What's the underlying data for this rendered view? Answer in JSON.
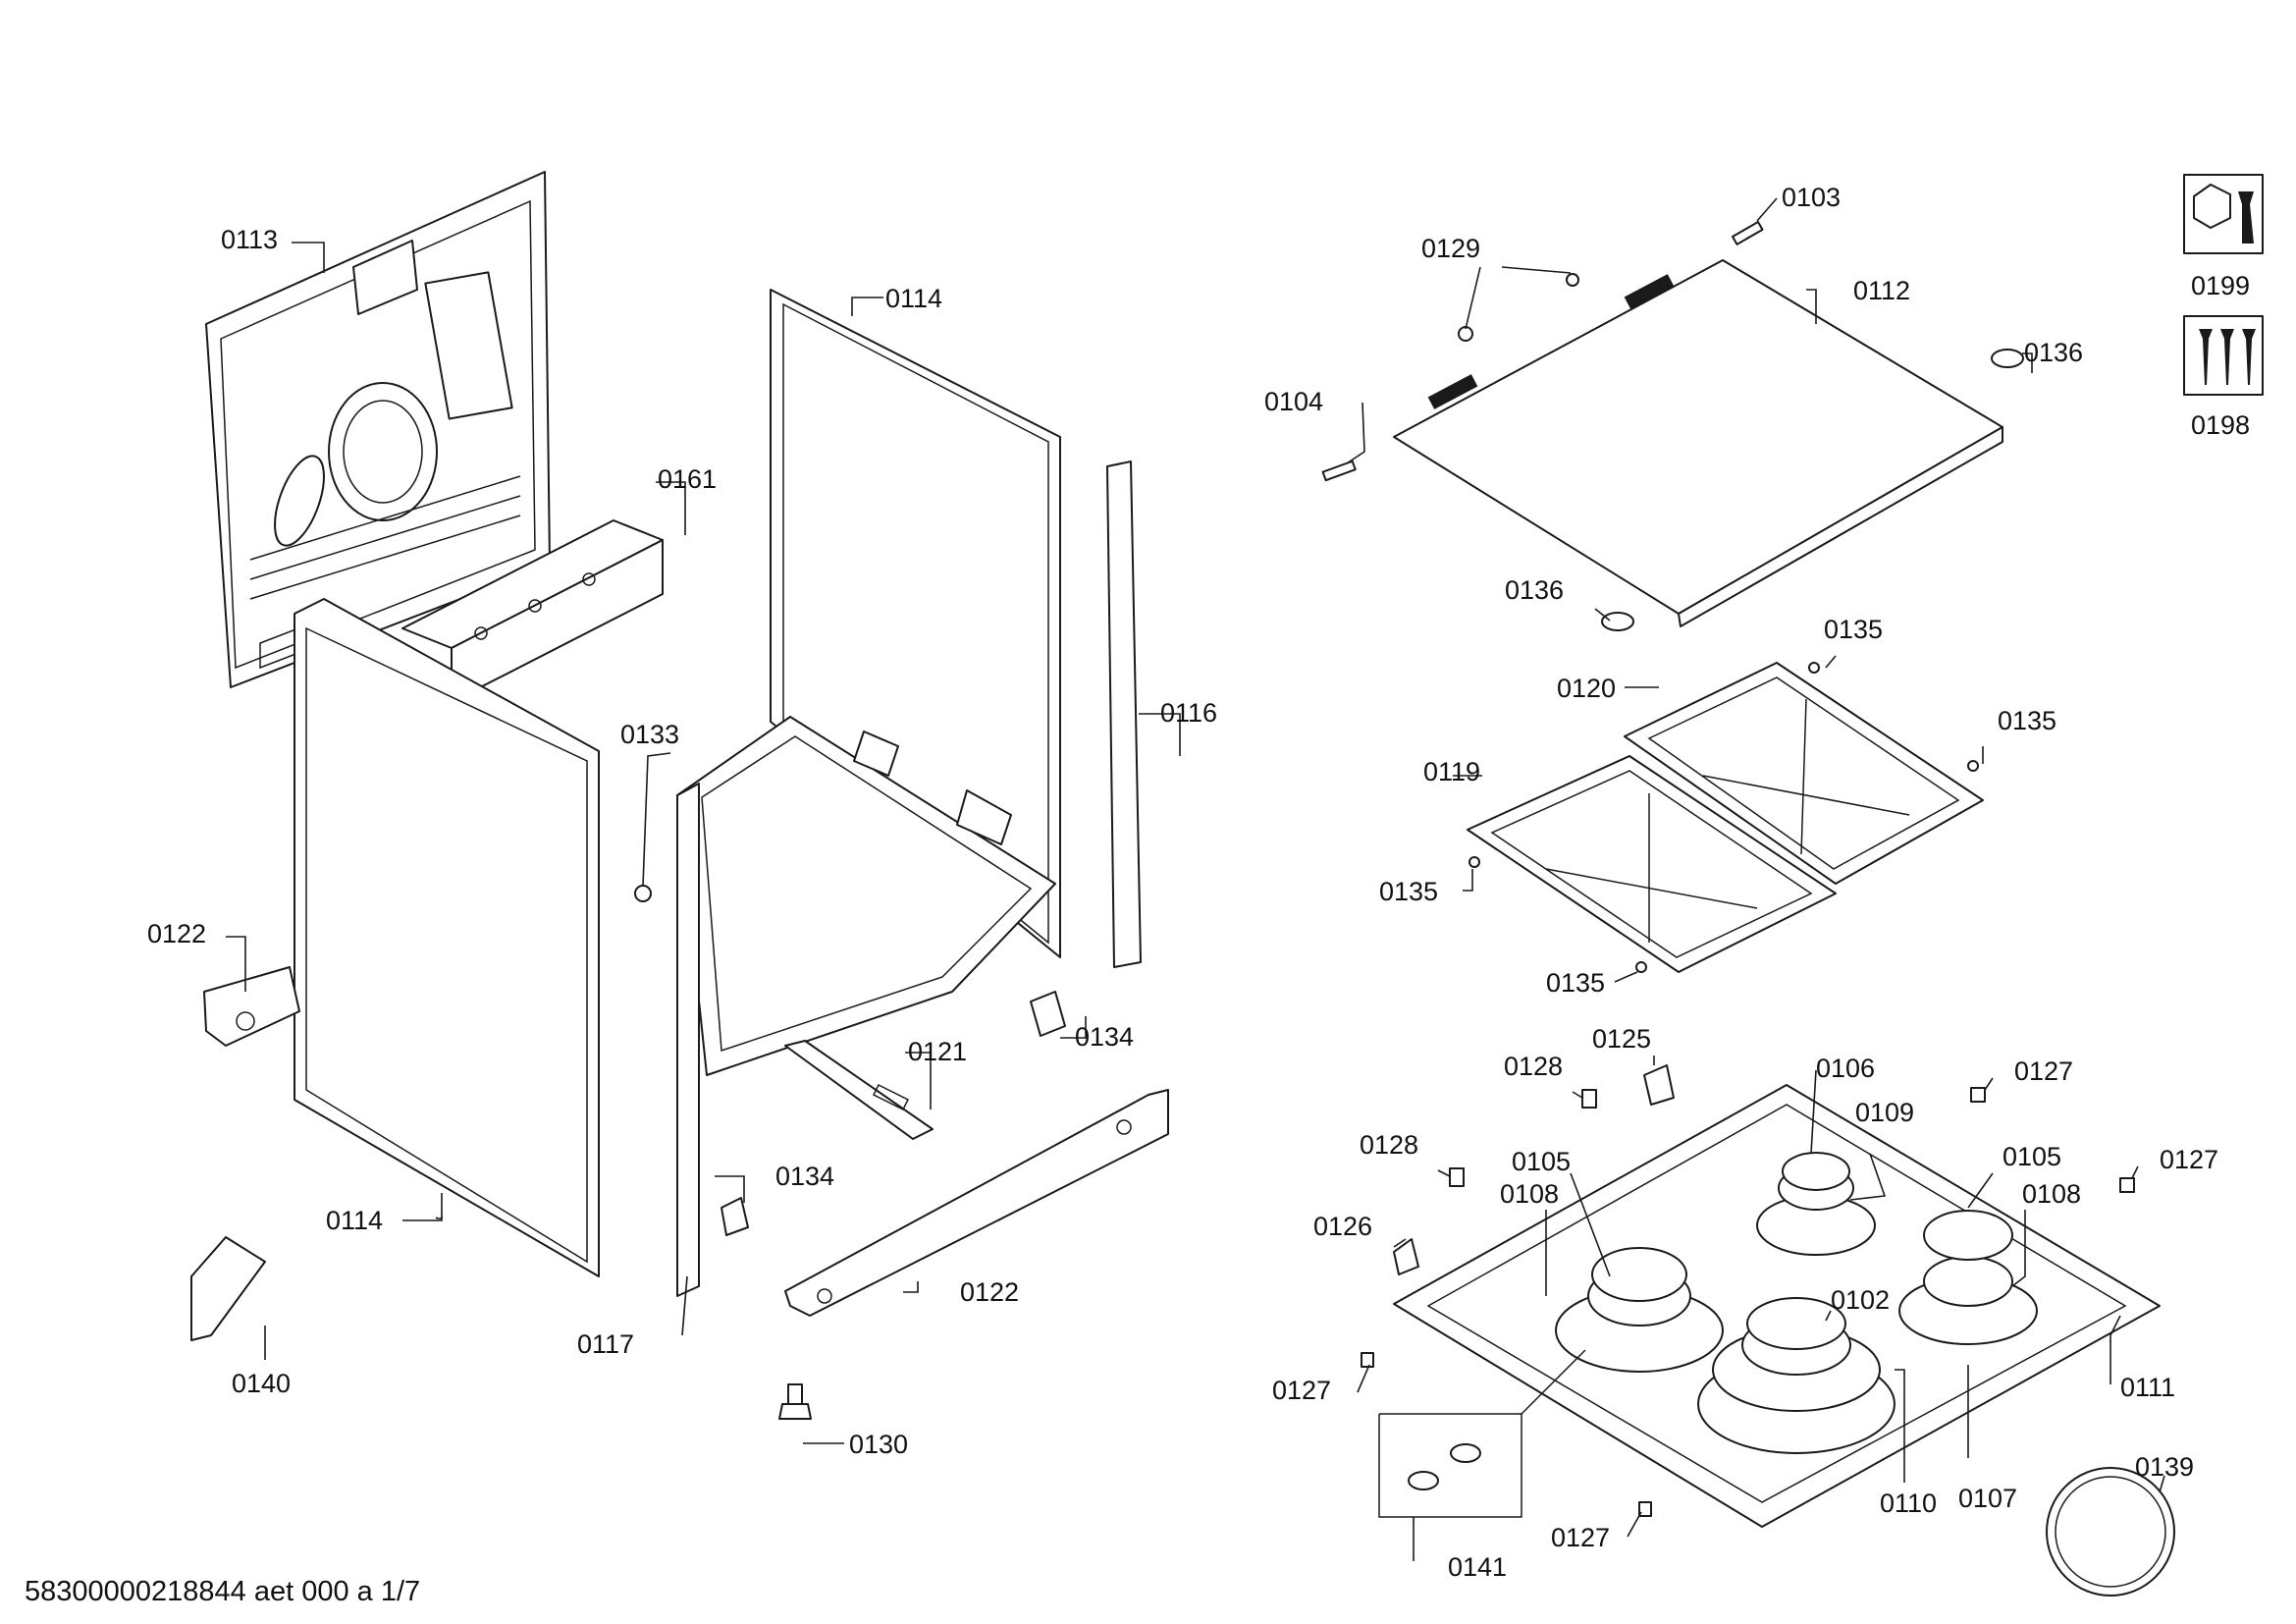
{
  "labels": {
    "l0113": "0113",
    "l0114a": "0114",
    "l0114b": "0114",
    "l0161": "0161",
    "l0133": "0133",
    "l0116": "0116",
    "l0122a": "0122",
    "l0122b": "0122",
    "l0121": "0121",
    "l0134a": "0134",
    "l0134b": "0134",
    "l0117": "0117",
    "l0140": "0140",
    "l0130": "0130",
    "l0129": "0129",
    "l0103": "0103",
    "l0112": "0112",
    "l0136a": "0136",
    "l0136b": "0136",
    "l0104": "0104",
    "l0135a": "0135",
    "l0135b": "0135",
    "l0135c": "0135",
    "l0135d": "0135",
    "l0120": "0120",
    "l0119": "0119",
    "l0125": "0125",
    "l0106": "0106",
    "l0128a": "0128",
    "l0128b": "0128",
    "l0127a": "0127",
    "l0127b": "0127",
    "l0127c": "0127",
    "l0127d": "0127",
    "l0109": "0109",
    "l0105a": "0105",
    "l0105b": "0105",
    "l0108a": "0108",
    "l0108b": "0108",
    "l0126": "0126",
    "l0102": "0102",
    "l0111": "0111",
    "l0110": "0110",
    "l0107": "0107",
    "l0139": "0139",
    "l0141": "0141",
    "l0199": "0199",
    "l0198": "0198"
  },
  "footer": "58300000218844 aet 000 a 1/7",
  "icons": [
    "wrench-nut-icon",
    "screws-icon"
  ]
}
